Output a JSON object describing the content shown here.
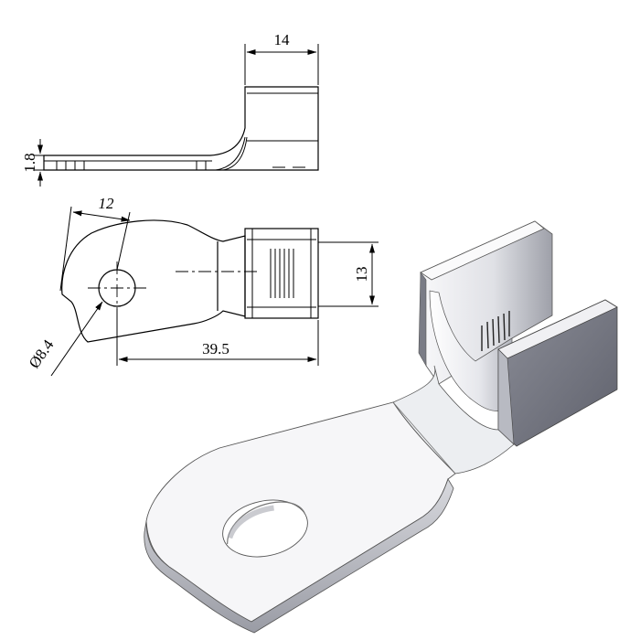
{
  "drawing": {
    "dimensions": {
      "width": "14",
      "thickness": "1.8",
      "hole_offset": "12",
      "barrel_height": "13",
      "hole_diameter": "Ø8.4",
      "overall_length": "39.5"
    },
    "colors": {
      "line": "#000000",
      "iso_light": "#f4f4f6",
      "iso_mid": "#c9cad0",
      "iso_dark": "#6f717c",
      "background": "#ffffff"
    }
  }
}
